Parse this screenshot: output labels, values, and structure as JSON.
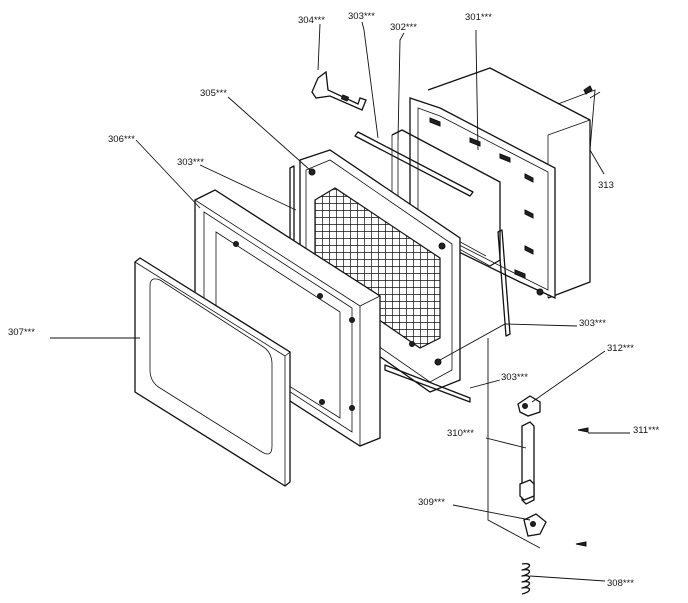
{
  "labels": {
    "l301": "301***",
    "l302": "302***",
    "l303_top": "303***",
    "l304": "304***",
    "l305": "305***",
    "l306": "306***",
    "l303_left": "303***",
    "l307": "307***",
    "l313": "313",
    "l303_right": "303***",
    "l312": "312***",
    "l303_mid": "303***",
    "l310": "310***",
    "l311": "311***",
    "l309": "309***",
    "l308": "308***"
  }
}
